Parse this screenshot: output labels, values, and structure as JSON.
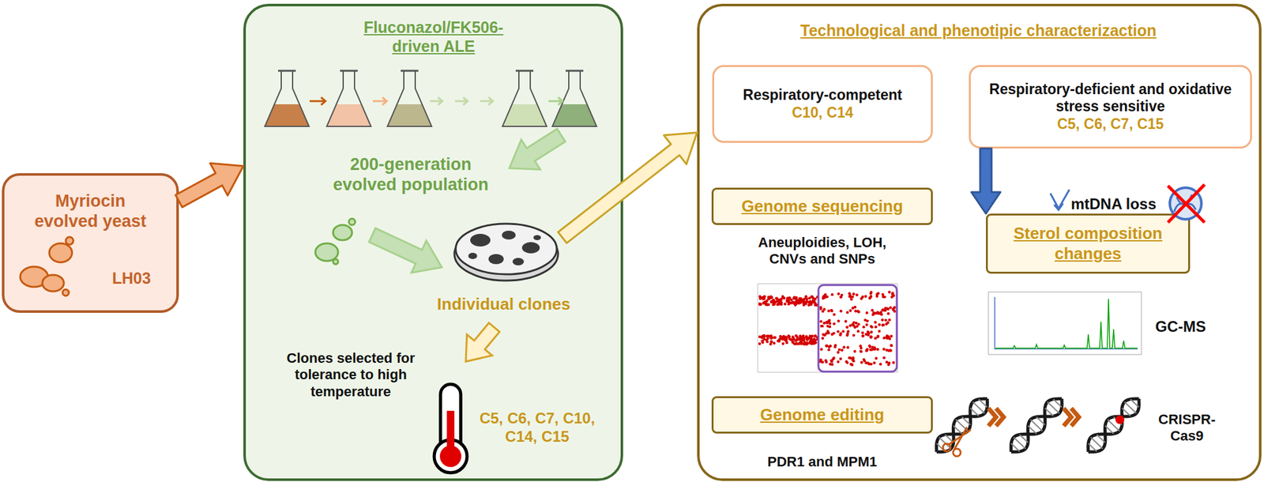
{
  "diagram": {
    "nodes": [
      {
        "text": [
          "Myriocin evolved yeast",
          "LH03"
        ]
      },
      {
        "text": [
          "Fluconazol/FK506-driven ALE"
        ]
      },
      {
        "text": [
          "Technological and phenotipic characterizaction"
        ]
      },
      {
        "text": [
          "Respiratory-competent",
          "C10, C14"
        ],
        "in": 2
      },
      {
        "text": [
          "Respiratory-deficient and oxidative stress sensitive",
          "C5, C6, C7, C15"
        ],
        "in": 2
      },
      {
        "text": [
          "Genome sequencing"
        ],
        "in": 2
      },
      {
        "text": [
          "Sterol composition changes"
        ],
        "in": 2
      },
      {
        "text": [
          "Genome editing"
        ],
        "in": 2
      }
    ],
    "edges": [
      {
        "from": 0,
        "to": 1,
        "arrow": "to"
      },
      {
        "from": 1,
        "to": 2,
        "arrow": "to"
      },
      {
        "from": 4,
        "to": 6,
        "arrow": "to"
      }
    ],
    "labels": [
      "200-generation evolved population",
      "Individual clones",
      "Clones selected for tolerance to high temperature",
      "C5, C6, C7, C10, C14, C15",
      "mtDNA loss",
      "Aneuploidies, LOH, CNVs and SNPs",
      "GC-MS",
      "PDR1 and MPM1",
      "CRISPR-Cas9"
    ]
  }
}
